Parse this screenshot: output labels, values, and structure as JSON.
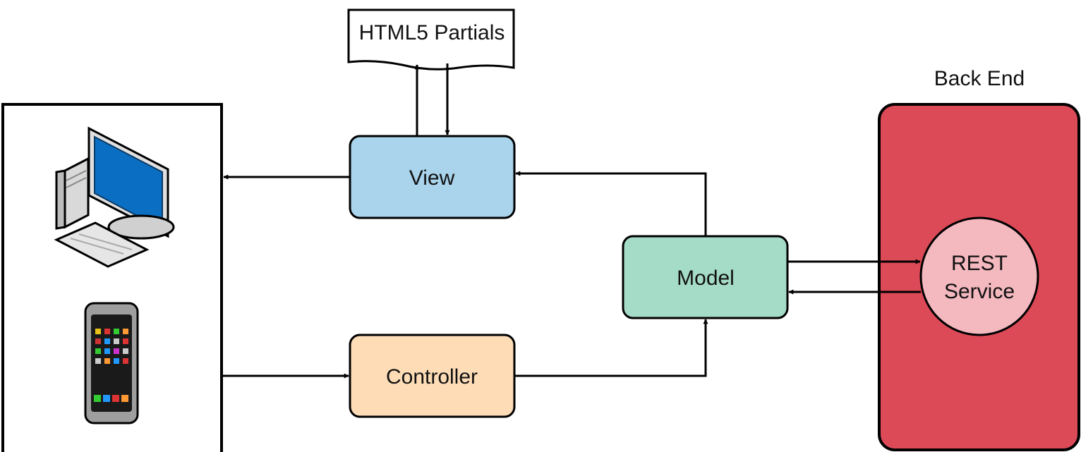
{
  "partials": {
    "label": "HTML5 Partials"
  },
  "view": {
    "label": "View"
  },
  "model": {
    "label": "Model"
  },
  "controller": {
    "label": "Controller"
  },
  "back_end": {
    "title": "Back End",
    "service_line1": "REST",
    "service_line2": "Service"
  },
  "colors": {
    "view": "#a9d4ec",
    "model": "#a5dcc7",
    "controller": "#fddcb6",
    "back_end": "#dc4a57",
    "service": "#f4b8bf",
    "stroke": "#000000"
  },
  "icons": {
    "desktop": "desktop-computer-icon",
    "phone": "smartphone-icon"
  }
}
